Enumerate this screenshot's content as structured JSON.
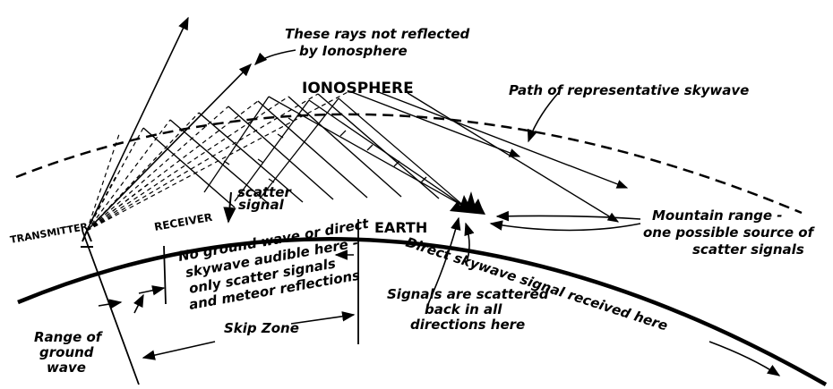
{
  "labels": {
    "rays_not_reflected_1": "These rays not reflected",
    "rays_not_reflected_2": "by Ionosphere",
    "ionosphere": "IONOSPHERE",
    "skywave_path": "Path of representative skywave",
    "transmitter": "TRANSMITTER",
    "receiver": "RECEIVER",
    "scatter_1": "scatter",
    "scatter_2": "signal",
    "earth": "EARTH",
    "mountain_1": "Mountain range -",
    "mountain_2": "one possible source of",
    "mountain_3": "scatter signals",
    "no_ground_1": "No ground wave or direct",
    "no_ground_2": "skywave audible here -",
    "no_ground_3": "only scatter signals",
    "no_ground_4": "and meteor reflections",
    "direct_skywave": "Direct skywave signal received here",
    "scattered_1": "Signals are scattered",
    "scattered_2": "back in all",
    "scattered_3": "directions here",
    "skip_zone": "Skip Zone",
    "range_1": "Range of",
    "range_2": "ground",
    "range_3": "wave"
  },
  "colors": {
    "ink": "#000000",
    "background": "#ffffff"
  }
}
